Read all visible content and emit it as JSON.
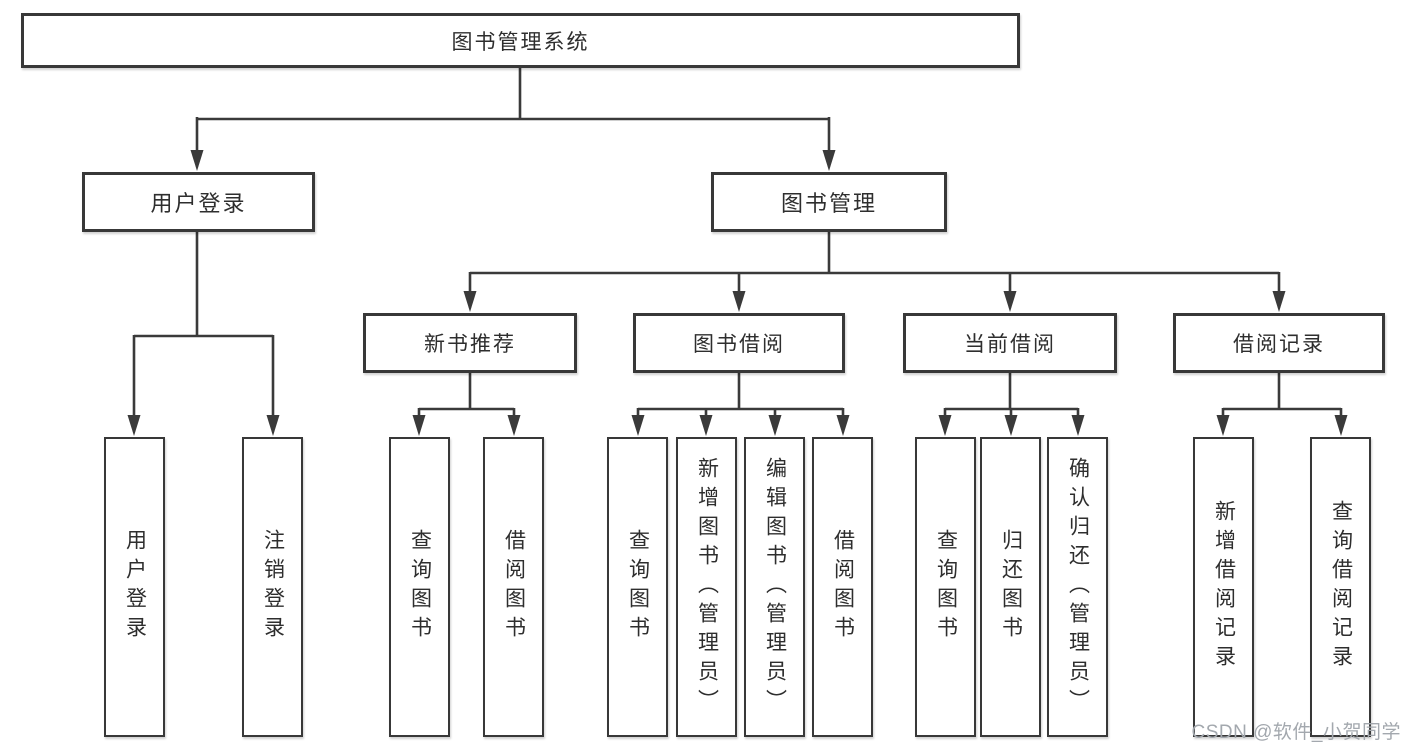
{
  "diagram_type": "hierarchy-tree",
  "tree": {
    "root": {
      "label": "图书管理系统"
    },
    "branches": [
      {
        "label": "用户登录",
        "children": [
          {
            "label": "用户登录"
          },
          {
            "label": "注销登录"
          }
        ]
      },
      {
        "label": "图书管理",
        "children": [
          {
            "label": "新书推荐",
            "children": [
              {
                "label": "查询图书"
              },
              {
                "label": "借阅图书"
              }
            ]
          },
          {
            "label": "图书借阅",
            "children": [
              {
                "label": "查询图书"
              },
              {
                "label": "新增图书（管理员）"
              },
              {
                "label": "编辑图书（管理员）"
              },
              {
                "label": "借阅图书"
              }
            ]
          },
          {
            "label": "当前借阅",
            "children": [
              {
                "label": "查询图书"
              },
              {
                "label": "归还图书"
              },
              {
                "label": "确认归还（管理员）"
              }
            ]
          },
          {
            "label": "借阅记录",
            "children": [
              {
                "label": "新增借阅记录"
              },
              {
                "label": "查询借阅记录"
              }
            ]
          }
        ]
      }
    ]
  },
  "watermark": {
    "text": "CSDN @软件_小贺同学"
  },
  "colors": {
    "background": "#ffffff",
    "line": "#3a3a3a",
    "box_border": "#383838",
    "text": "#2e2e2e",
    "watermark": "#a3a8ae"
  }
}
